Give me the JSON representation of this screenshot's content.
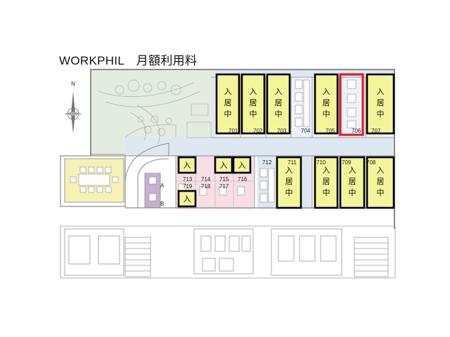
{
  "title": "WORKPHIL　月額利用料",
  "compass": {
    "north_label": "N"
  },
  "occupied_text": "入居中",
  "occupied_short": "入",
  "side_labels": {
    "a": "A",
    "b": "B"
  },
  "rooms": [
    {
      "id": "701",
      "status": "occupied"
    },
    {
      "id": "702",
      "status": "occupied"
    },
    {
      "id": "703",
      "status": "occupied"
    },
    {
      "id": "704",
      "status": "vacant"
    },
    {
      "id": "705",
      "status": "occupied"
    },
    {
      "id": "706",
      "status": "vacant",
      "highlighted": true
    },
    {
      "id": "707",
      "status": "occupied"
    },
    {
      "id": "708",
      "status": "occupied"
    },
    {
      "id": "709",
      "status": "occupied"
    },
    {
      "id": "710",
      "status": "occupied"
    },
    {
      "id": "711",
      "status": "occupied"
    },
    {
      "id": "712",
      "status": "vacant"
    },
    {
      "id": "713",
      "status": "occupied"
    },
    {
      "id": "714",
      "status": "vacant"
    },
    {
      "id": "715",
      "status": "occupied"
    },
    {
      "id": "716",
      "status": "occupied"
    },
    {
      "id": "717",
      "status": "vacant"
    },
    {
      "id": "718",
      "status": "vacant"
    },
    {
      "id": "719",
      "status": "occupied"
    }
  ],
  "colors": {
    "occupied_fill": "#f4f49a",
    "highlight_border": "#e01e25",
    "lounge": "#e3ecdf",
    "corridor": "#dde8f2",
    "pink_zone": "#f7dfe6",
    "meeting_room": "#f6f1b4",
    "storage": "#c9aed3"
  }
}
